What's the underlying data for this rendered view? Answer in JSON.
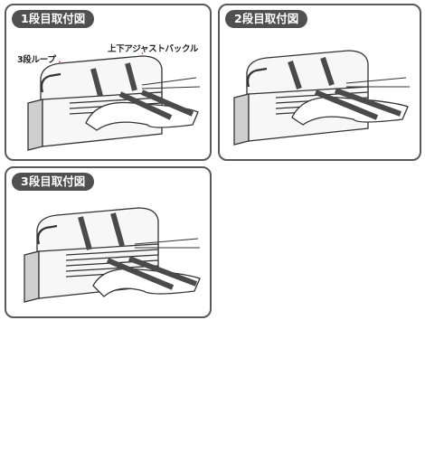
{
  "panels": [
    {
      "title": "1段目取付図"
    },
    {
      "title": "2段目取付図"
    },
    {
      "title": "3段目取付図"
    }
  ],
  "callouts": {
    "loop_3": "3段ループ",
    "buckle": "上下アジャストバックル"
  },
  "colors": {
    "frame": "#5a5a5a",
    "tab_bg": "#505050",
    "strap": "#4a4a4a",
    "side_shade": "#cfcfcf",
    "seat_outline": "#333333"
  }
}
